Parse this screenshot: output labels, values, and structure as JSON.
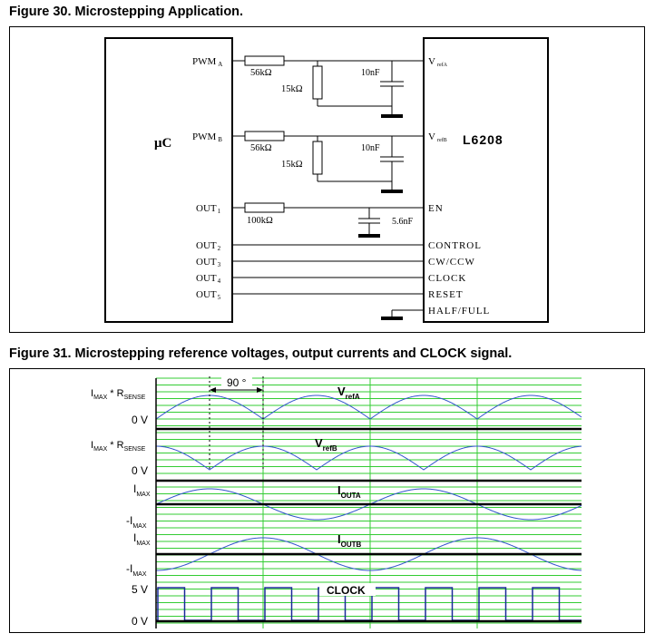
{
  "figure30": {
    "title": "Figure 30. Microstepping Application.",
    "mcu_label": "μC",
    "driver_label": "L6208",
    "pwm_a": {
      "main": "PWM",
      "sub": "A"
    },
    "pwm_b": {
      "main": "PWM",
      "sub": "B"
    },
    "out1": {
      "main": "OUT",
      "sub": "1"
    },
    "out2": {
      "main": "OUT",
      "sub": "2"
    },
    "out3": {
      "main": "OUT",
      "sub": "3"
    },
    "out4": {
      "main": "OUT",
      "sub": "4"
    },
    "out5": {
      "main": "OUT",
      "sub": "5"
    },
    "r_series_a": "56kΩ",
    "r_shunt_a": "15kΩ",
    "c_a": "10nF",
    "r_series_b": "56kΩ",
    "r_shunt_b": "15kΩ",
    "c_b": "10nF",
    "r_en": "100kΩ",
    "c_en": "5.6nF",
    "vref_a": {
      "main": "V",
      "sub": "refA"
    },
    "vref_b": {
      "main": "V",
      "sub": "refB"
    },
    "pin_en": "EN",
    "pin_control": "CONTROL",
    "pin_cwccw": "CW/CCW",
    "pin_clock": "CLOCK",
    "pin_reset": "RESET",
    "pin_halffull": "HALF/FULL"
  },
  "figure31": {
    "title": "Figure 31. Microstepping reference voltages, output currents and CLOCK signal.",
    "phase_label": "90 °",
    "imax_rsense_1": {
      "a": "I",
      "a_sub": "MAX",
      "mid": " * R",
      "b_sub": "SENSE"
    },
    "zero_v_1": "0 V",
    "imax_rsense_2": {
      "a": "I",
      "a_sub": "MAX",
      "mid": " * R",
      "b_sub": "SENSE"
    },
    "zero_v_2": "0 V",
    "imax_1": {
      "main": "I",
      "sub": "MAX"
    },
    "neg_imax_1": {
      "main": "-I",
      "sub": "MAX"
    },
    "imax_2": {
      "main": "I",
      "sub": "MAX"
    },
    "neg_imax_2": {
      "main": "-I",
      "sub": "MAX"
    },
    "five_v": "5 V",
    "zero_v_3": "0 V",
    "vrefa_label": {
      "main": "V",
      "sub": "refA"
    },
    "vrefb_label": {
      "main": "V",
      "sub": "refB"
    },
    "iouta_label": {
      "main": "I",
      "sub": "OUTA"
    },
    "ioutb_label": {
      "main": "I",
      "sub": "OUTB"
    },
    "clock_label": "CLOCK",
    "colors": {
      "grid": "#33cc33",
      "wave": "#3355cc",
      "clock": "#1a2a99",
      "axis": "#000000"
    }
  }
}
